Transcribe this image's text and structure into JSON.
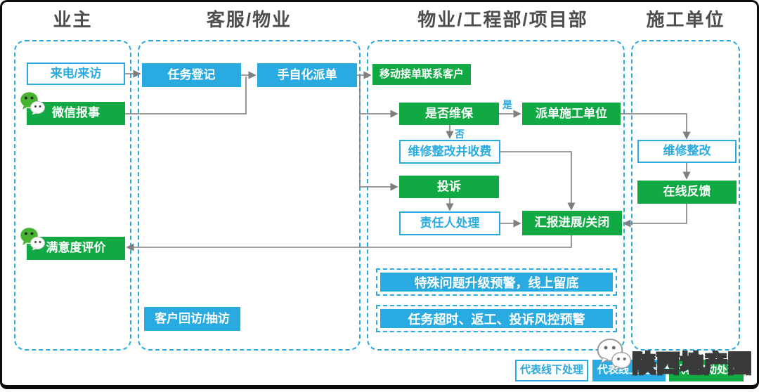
{
  "lanes": [
    {
      "title": "业主"
    },
    {
      "title": "客服/物业"
    },
    {
      "title": "物业/工程部/项目部"
    },
    {
      "title": "施工单位"
    }
  ],
  "nodes": {
    "call_visit": "来电/来访",
    "task_register": "任务登记",
    "auto_dispatch": "手自化派单",
    "wechat_report": "微信报事",
    "mobile_accept": "移动接单联系客户",
    "is_warranty": "是否维保",
    "dispatch_contractor": "派单施工单位",
    "repair_and_charge": "维修整改并收费",
    "repair_rectify": "维修整改",
    "complaint": "投诉",
    "online_feedback": "在线反馈",
    "responsible_handle": "责任人处理",
    "report_close": "汇报进展/关闭",
    "satisfaction": "满意度评价",
    "customer_revisit": "客户回访/抽访",
    "special_alert": "特殊问题升级预警，线上留底",
    "risk_alert": "任务超时、返工、投诉风控预警"
  },
  "decision": {
    "yes": "是",
    "no": "否"
  },
  "legend": [
    {
      "label": "代表线下处理",
      "type": "offline"
    },
    {
      "label": "代表线上处理",
      "type": "online"
    },
    {
      "label": "代表移动处理",
      "type": "mobile"
    }
  ],
  "watermark": {
    "text": "陕西地产圈"
  },
  "colors": {
    "blue": "#29abe2",
    "green": "#11a943",
    "arrow": "#7f7f7f",
    "header": "#4d4d4d"
  }
}
